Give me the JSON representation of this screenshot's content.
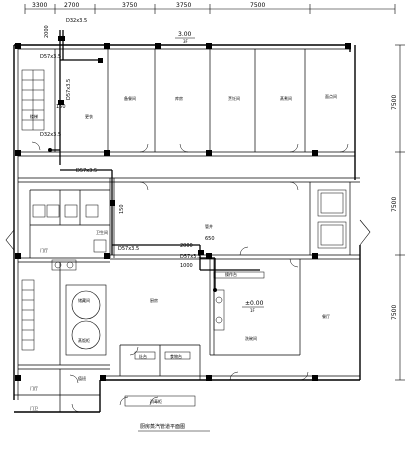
{
  "dimensions": {
    "top": [
      "3300",
      "2700",
      "3750",
      "3750",
      "7500"
    ],
    "right": [
      "7500",
      "7500",
      "7500"
    ]
  },
  "pipes": {
    "top_left_a": "D32x3.5",
    "top_left_b": "D57x3.5",
    "stair_a": "D32x3.5",
    "corridor_a": "D57x3.5",
    "corridor_b": "D57x3.5",
    "mid_a": "D57x3.5",
    "mid_b": "D57x3.5",
    "num_150a": "150",
    "num_150b": "150",
    "num_2000": "2000",
    "num_650": "650",
    "num_1000": "1000"
  },
  "levels": {
    "top": "3.00",
    "top_sub": "3F",
    "center": "±0.00",
    "center_sub": "1F"
  },
  "rooms": {
    "r1": "备餐间",
    "r2": "库房",
    "r3": "烹饪间",
    "r4": "蒸煮间",
    "r5": "面点间",
    "r6": "厨房",
    "r7": "洗碗间",
    "r8": "更衣",
    "r9": "餐厅",
    "r10": "管井",
    "r11": "楼梯",
    "r12": "门厅",
    "r13": "卫生间",
    "r14": "储藏间",
    "r15": "蒸饭柜",
    "r16": "灶台",
    "r17": "食物台",
    "r18": "操作台",
    "r19": "门厅",
    "r20": "值班",
    "r21": "门卫",
    "r22": "消毒柜"
  },
  "plan_title": "厨房蒸汽管道平面图"
}
